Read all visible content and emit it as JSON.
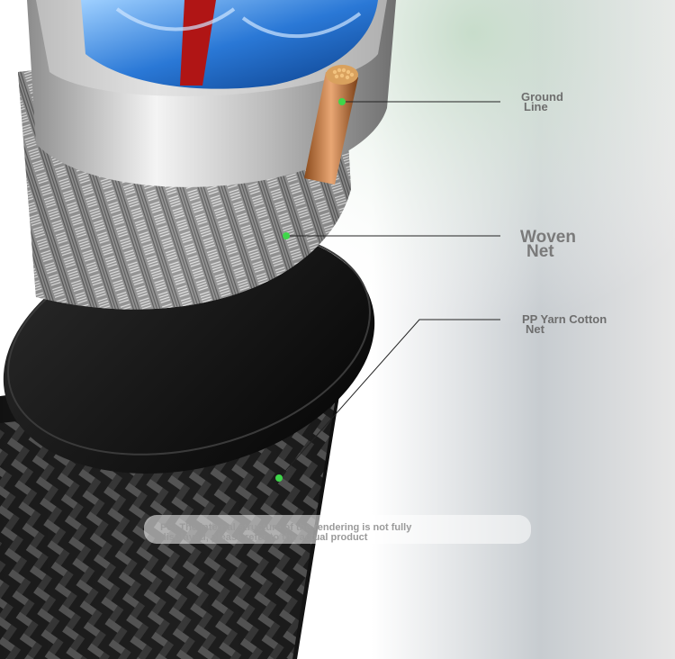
{
  "colors": {
    "accent_dot": "#3fd64a",
    "label_text": "#6e6e6e",
    "leader_line": "#222222"
  },
  "icons": {
    "copper": "ground-wire-copper",
    "braid": "woven-net-braid",
    "jacket": "pp-yarn-cotton-jacket"
  },
  "labels": {
    "ground_line": [
      "Ground",
      "Line"
    ],
    "woven_net": [
      "Woven",
      "Net"
    ],
    "pp_yarn": [
      "PP Yarn Cotton",
      "Net"
    ]
  },
  "note": {
    "line1": "PS: The internal structure of the rendering is not fully",
    "line2": "displayed, please refer to the actual product"
  }
}
